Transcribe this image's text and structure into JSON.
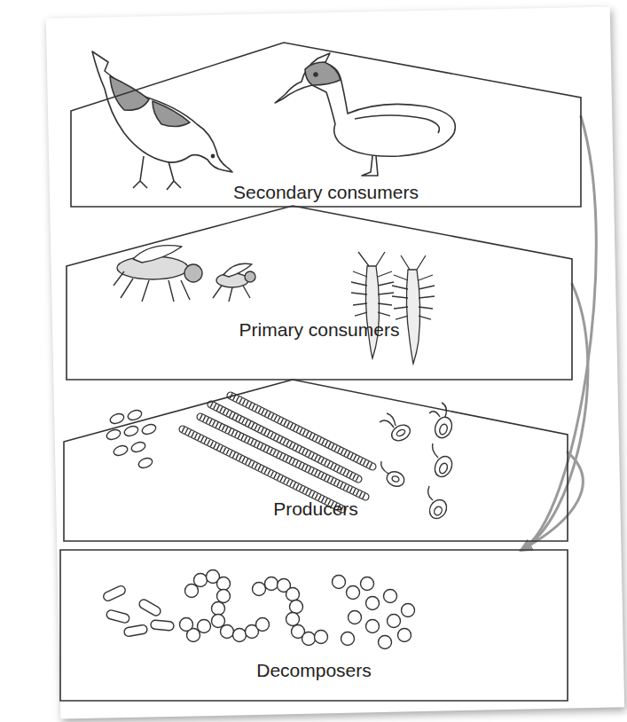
{
  "diagram": {
    "nodes": [
      {
        "text": [
          "Secondary consumers"
        ]
      },
      {
        "text": [
          "Primary consumers"
        ]
      },
      {
        "text": [
          "Producers"
        ]
      },
      {
        "text": [
          "Decomposers"
        ]
      }
    ],
    "edges": [
      {
        "from": 0,
        "to": 3,
        "arrow": "to"
      },
      {
        "from": 1,
        "to": 3,
        "arrow": "to"
      },
      {
        "from": 2,
        "to": 3,
        "arrow": "to"
      }
    ]
  }
}
